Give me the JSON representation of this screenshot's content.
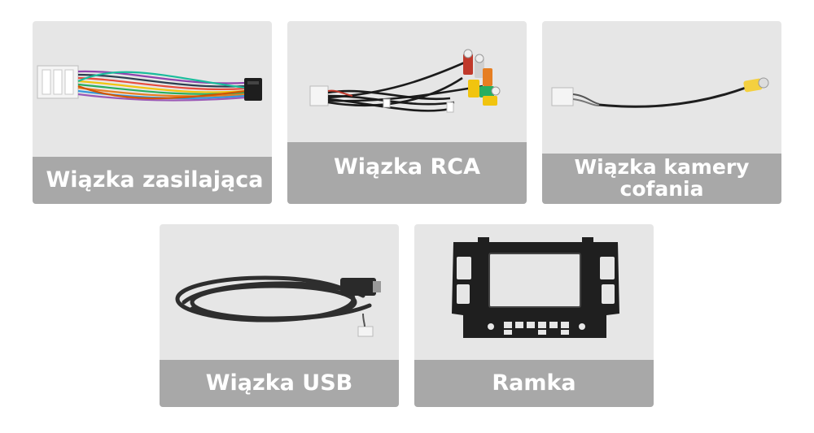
{
  "items": [
    {
      "name": "power-harness",
      "label": "Wiązka zasilająca"
    },
    {
      "name": "rca-harness",
      "label": "Wiązka RCA"
    },
    {
      "name": "camera-harness",
      "label_line1": "Wiązka kamery",
      "label_line2": "cofania"
    },
    {
      "name": "usb-harness",
      "label": "Wiązka USB"
    },
    {
      "name": "frame",
      "label": "Ramka"
    }
  ],
  "colors": {
    "card_background": "#e6e6e6",
    "caption_background": "#a8a8a8",
    "caption_text": "#ffffff"
  }
}
